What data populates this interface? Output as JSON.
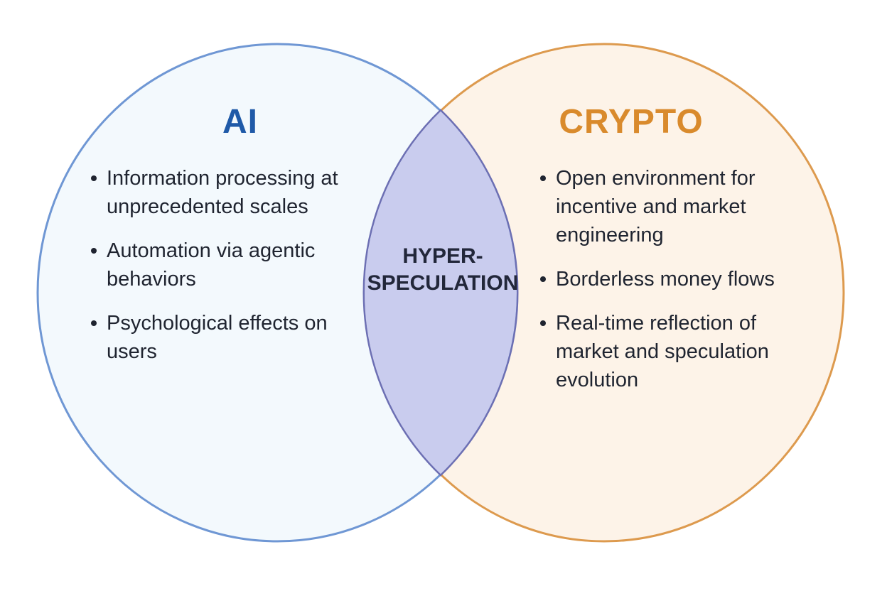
{
  "colors": {
    "ai_accent": "#1f5aa8",
    "ai_stroke": "#6f97d4",
    "ai_fill": "#f3f9fd",
    "crypto_accent": "#d98a2c",
    "crypto_stroke": "#dd9a4e",
    "crypto_fill": "#fdf3e8",
    "overlap_fill": "#c9ccee",
    "overlap_stroke": "#6c6fb3"
  },
  "sets": {
    "ai": {
      "title": "AI",
      "items": [
        "Information processing at unprecedented scales",
        "Automation via agentic behaviors",
        "Psychological effects on users"
      ]
    },
    "crypto": {
      "title": "CRYPTO",
      "items": [
        "Open environment for incentive and market engineering",
        "Borderless money flows",
        "Real-time reflection of market and speculation evolution"
      ]
    }
  },
  "overlap": {
    "label_line1": "HYPER-",
    "label_line2": "SPECULATION"
  }
}
